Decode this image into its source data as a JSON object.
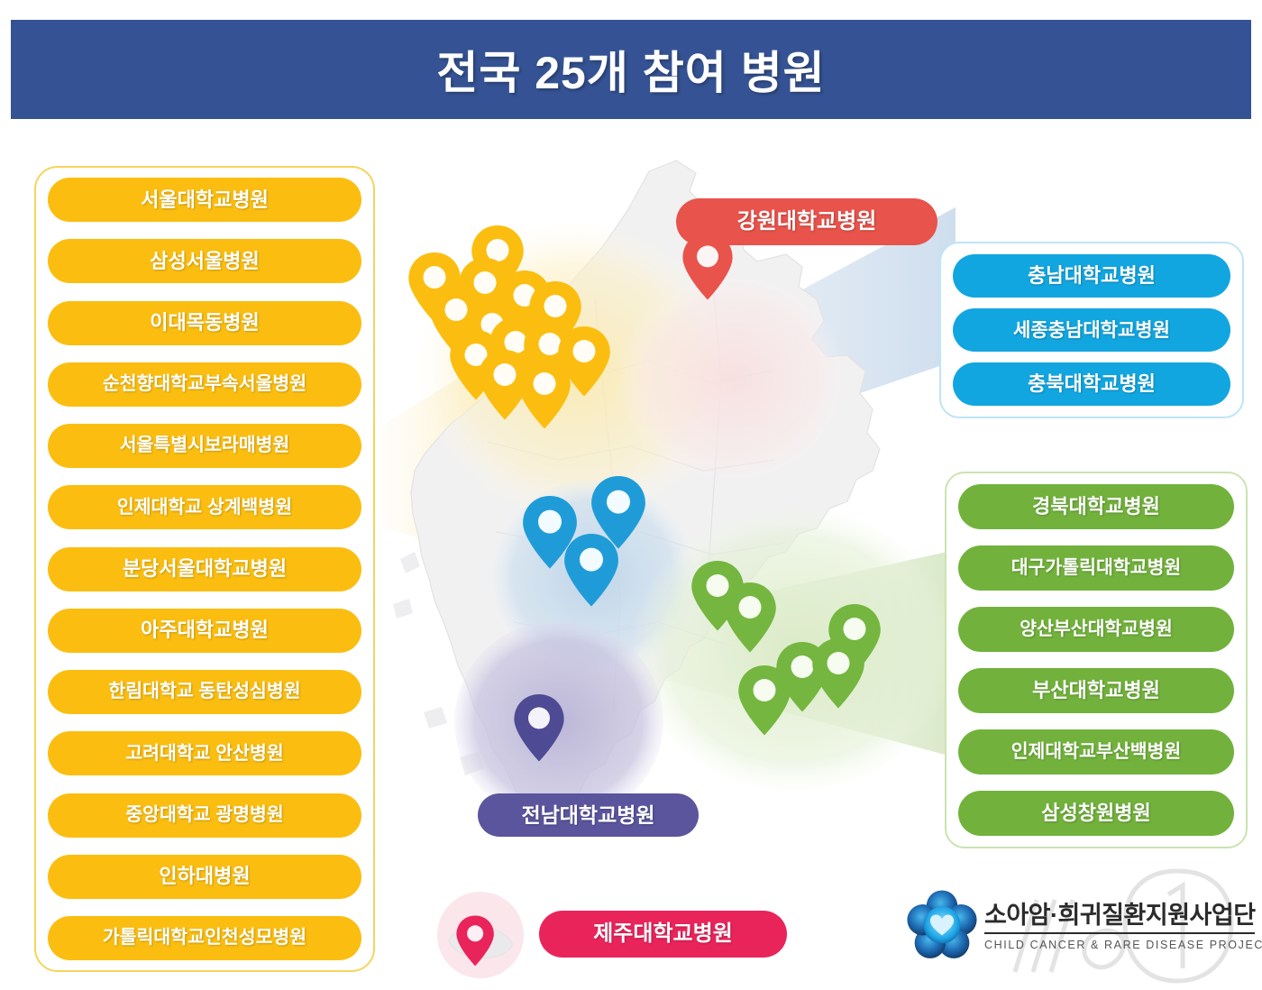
{
  "header": {
    "title": "전국 25개 참여 병원",
    "banner_color": "#355394"
  },
  "groups": {
    "seoul_gyeonggi": {
      "color": "#fbbe10",
      "marker_count": 13,
      "hospitals": [
        "서울대학교병원",
        "삼성서울병원",
        "이대목동병원",
        "순천향대학교부속서울병원",
        "서울특별시보라매병원",
        "인제대학교 상계백병원",
        "분당서울대학교병원",
        "아주대학교병원",
        "한림대학교 동탄성심병원",
        "고려대학교 안산병원",
        "중앙대학교 광명병원",
        "인하대병원",
        "가톨릭대학교인천성모병원"
      ]
    },
    "chungcheong": {
      "color": "#12a6e0",
      "marker_count": 3,
      "hospitals": [
        "충남대학교병원",
        "세종충남대학교병원",
        "충북대학교병원"
      ]
    },
    "gyeongsang": {
      "color": "#72b23c",
      "marker_count": 6,
      "hospitals": [
        "경북대학교병원",
        "대구가톨릭대학교병원",
        "양산부산대학교병원",
        "부산대학교병원",
        "인제대학교부산백병원",
        "삼성창원병원"
      ]
    },
    "gangwon": {
      "color": "#e8534b",
      "marker_count": 1,
      "label": "강원대학교병원"
    },
    "jeonnam": {
      "color": "#5a559c",
      "marker_count": 1,
      "label": "전남대학교병원"
    },
    "jeju": {
      "color": "#e9245b",
      "marker_count": 1,
      "label": "제주대학교병원"
    }
  },
  "logo": {
    "korean": "소아암·희귀질환지원사업단",
    "english": "CHILD CANCER & RARE DISEASE PROJECT"
  }
}
